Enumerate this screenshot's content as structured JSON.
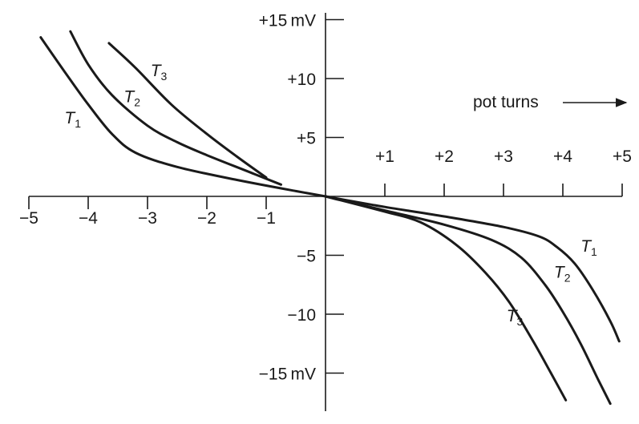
{
  "chart_data": {
    "type": "line",
    "title": "",
    "xlabel": "",
    "ylabel": "",
    "xlim": [
      -5,
      5
    ],
    "ylim": [
      -17.5,
      15
    ],
    "grid": false,
    "x_ticks": [
      {
        "value": -5,
        "label": "−5"
      },
      {
        "value": -4,
        "label": "−4"
      },
      {
        "value": -3,
        "label": "−3"
      },
      {
        "value": -2,
        "label": "−2"
      },
      {
        "value": -1,
        "label": "−1"
      },
      {
        "value": 1,
        "label": "+1"
      },
      {
        "value": 2,
        "label": "+2"
      },
      {
        "value": 3,
        "label": "+3"
      },
      {
        "value": 4,
        "label": "+4"
      },
      {
        "value": 5,
        "label": "+5"
      }
    ],
    "y_ticks": [
      {
        "value": 15,
        "label": "+15 mV"
      },
      {
        "value": 10,
        "label": "+10"
      },
      {
        "value": 5,
        "label": "+5"
      },
      {
        "value": -5,
        "label": "−5"
      },
      {
        "value": -10,
        "label": "−10"
      },
      {
        "value": -15,
        "label": "−15 mV"
      }
    ],
    "annotation": {
      "text": "pot turns"
    },
    "series": [
      {
        "name": "T",
        "subscript": "1",
        "points_left": [
          [
            -4.8,
            13.5
          ],
          [
            -4.4,
            10.6
          ],
          [
            -4.0,
            7.8
          ],
          [
            -3.6,
            5.3
          ],
          [
            -3.2,
            3.7
          ],
          [
            -2.5,
            2.5
          ],
          [
            -1.5,
            1.4
          ],
          [
            -0.5,
            0.45
          ],
          [
            0,
            0
          ]
        ],
        "points_right": [
          [
            0,
            0
          ],
          [
            1,
            -0.9
          ],
          [
            2,
            -1.7
          ],
          [
            3,
            -2.6
          ],
          [
            3.6,
            -3.4
          ],
          [
            3.9,
            -4.3
          ],
          [
            4.2,
            -5.7
          ],
          [
            4.5,
            -7.9
          ],
          [
            4.8,
            -10.6
          ],
          [
            4.95,
            -12.3
          ]
        ]
      },
      {
        "name": "T",
        "subscript": "2",
        "points_left": [
          [
            -4.3,
            14.0
          ],
          [
            -4.0,
            11.2
          ],
          [
            -3.6,
            8.6
          ],
          [
            -3.0,
            6.0
          ],
          [
            -2.5,
            4.6
          ],
          [
            -2.0,
            3.5
          ],
          [
            -1.2,
            1.9
          ],
          [
            -0.75,
            1.0
          ]
        ],
        "points_right": [
          [
            0,
            0
          ],
          [
            1,
            -1.2
          ],
          [
            2,
            -2.4
          ],
          [
            2.8,
            -3.7
          ],
          [
            3.3,
            -5.2
          ],
          [
            3.7,
            -7.5
          ],
          [
            4.0,
            -9.8
          ],
          [
            4.3,
            -12.5
          ],
          [
            4.6,
            -15.6
          ],
          [
            4.8,
            -17.6
          ]
        ]
      },
      {
        "name": "T",
        "subscript": "3",
        "points_left": [
          [
            -3.65,
            13.0
          ],
          [
            -3.2,
            10.9
          ],
          [
            -2.6,
            7.8
          ],
          [
            -2.0,
            5.3
          ],
          [
            -1.5,
            3.4
          ],
          [
            -1.0,
            1.6
          ]
        ],
        "points_right": [
          [
            0,
            0
          ],
          [
            1,
            -1.3
          ],
          [
            1.6,
            -2.2
          ],
          [
            2.2,
            -4.1
          ],
          [
            2.7,
            -6.5
          ],
          [
            3.1,
            -9.0
          ],
          [
            3.5,
            -12.3
          ],
          [
            3.8,
            -15.0
          ],
          [
            4.05,
            -17.3
          ]
        ]
      }
    ],
    "series_labels": [
      {
        "series": 0,
        "at": [
          -4.4,
          6.2
        ]
      },
      {
        "series": 1,
        "at": [
          -3.4,
          8.0
        ]
      },
      {
        "series": 2,
        "at": [
          -2.95,
          10.2
        ]
      },
      {
        "series": 0,
        "at": [
          4.3,
          -4.7
        ]
      },
      {
        "series": 1,
        "at": [
          3.85,
          -6.9
        ]
      },
      {
        "series": 2,
        "at": [
          3.05,
          -10.6
        ]
      }
    ]
  }
}
